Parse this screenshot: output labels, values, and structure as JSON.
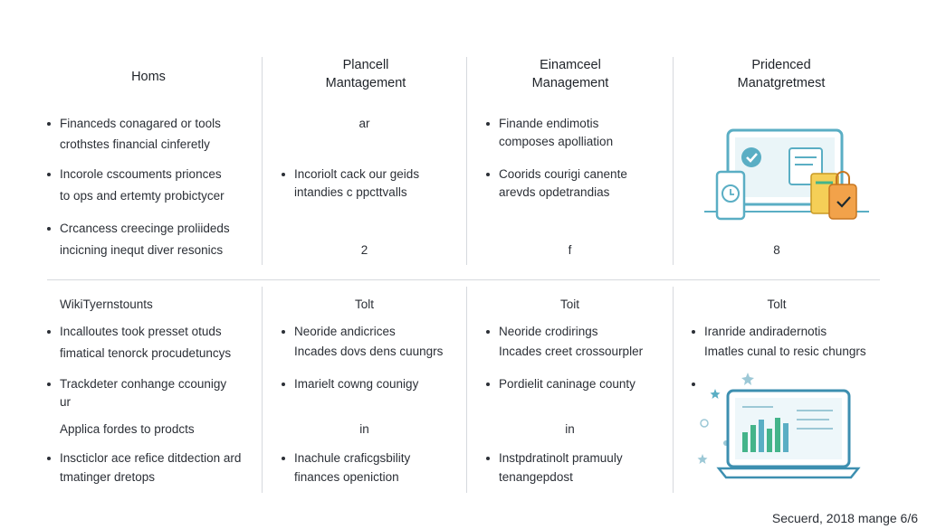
{
  "columns": {
    "c1": {
      "header": "Homs"
    },
    "c2": {
      "header_line1": "Plancell",
      "header_line2": "Mantagement"
    },
    "c3": {
      "header_line1": "Einamceel",
      "header_line2": "Management"
    },
    "c4": {
      "header_line1": "Pridenced",
      "header_line2": "Manatgretmest"
    }
  },
  "top": {
    "c1": {
      "b1_l1": "Financeds conagared or tools",
      "b1_l2": "crothstes financial cinferetly",
      "b2_l1": "Incorole cscouments prionces",
      "b2_l2": "to ops and ertemty probictycer",
      "b3_l1": "Crcancess creecinge proliideds",
      "b3_l2": "incicning inequt diver resonics"
    },
    "c2": {
      "mark": "ar",
      "b1_l1": "Incoriolt cack our geids",
      "b1_l2": "intandies c ppcttvalls",
      "count": "2"
    },
    "c3": {
      "b1_l1": "Finande endimotis",
      "b1_l2": "composes apolliation",
      "b2_l1": "Coorids courigi canente",
      "b2_l2": "arevds opdetrandias",
      "count": "f"
    },
    "c4": {
      "count": "8"
    }
  },
  "bottom": {
    "c1": {
      "title": "WikiTyernstounts",
      "b1_l1": "Incalloutes took presset otuds",
      "b1_l2": "fimatical tenorck procudetuncys",
      "b2_l1": "Trackdeter conhange ccounigy",
      "b2_l2": "ur",
      "line": "Applica fordes to prodcts",
      "b3_l1": "Inscticlor ace refice ditdection ard",
      "b3_l2": "tmatinger dretops"
    },
    "c2": {
      "title": "Tolt",
      "b1_l1": "Neoride andicrices",
      "b1_l2": "Incades dovs dens cuungrs",
      "b2_l1": "Imarielt cowng counigy",
      "mark": "in",
      "b3_l1": "Inachule craficgsbility",
      "b3_l2": "finances openiction"
    },
    "c3": {
      "title": "Toit",
      "b1_l1": "Neoride crodirings",
      "b1_l2": "Incades creet crossourpler",
      "b2_l1": "Pordielit caninage county",
      "mark": "in",
      "b3_l1": "Instpdratinolt pramuuly",
      "b3_l2": "tenangepdost"
    },
    "c4": {
      "title": "Tolt",
      "b1_l1": "Iranride andiradernotis",
      "b1_l2": "Imatles cunal to resic chungrs"
    }
  },
  "footer": "Secuerd, 2018 mange 6/6",
  "colors": {
    "accent_blue": "#5aaec4",
    "accent_orange": "#f2a24a",
    "accent_yellow": "#f5cf57",
    "accent_green": "#44b48a",
    "divider": "#d6d9de"
  }
}
